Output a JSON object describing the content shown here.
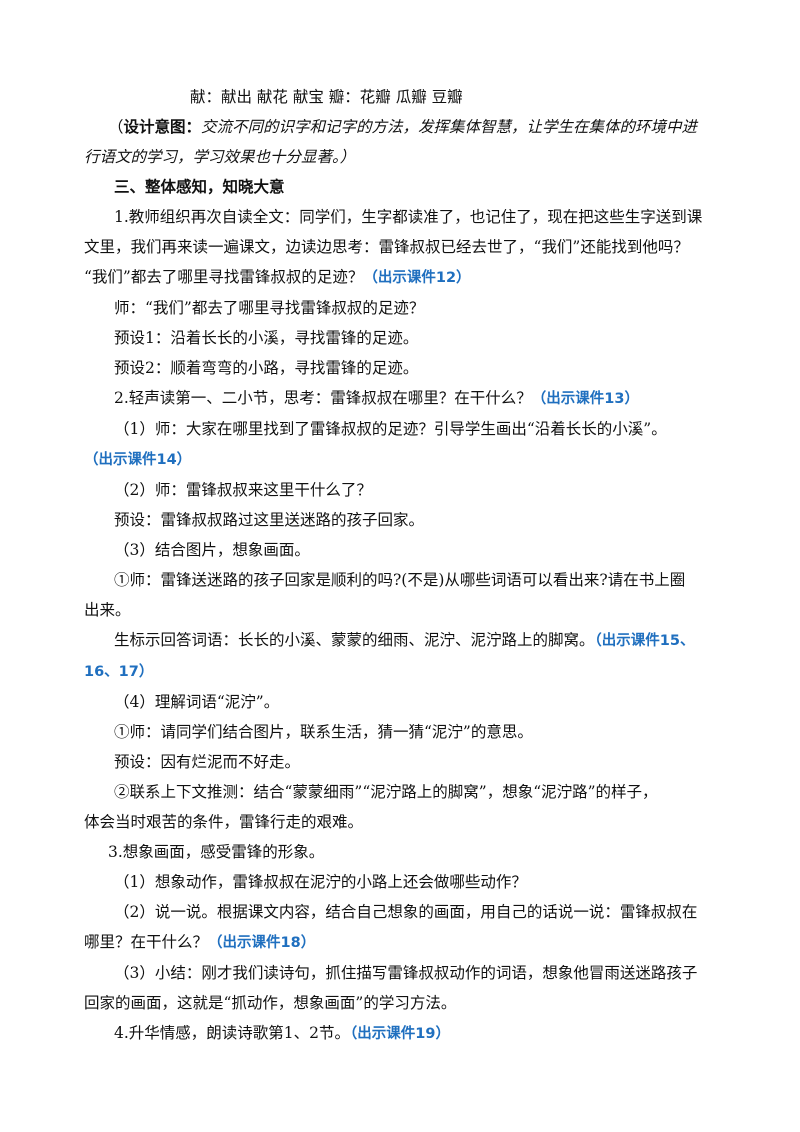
{
  "top_line": "献：献出  献花  献宝    瓣：花瓣  瓜瓣  豆瓣",
  "design_note": {
    "open": "（",
    "label": "设计意图：",
    "text_1": "交流不同的识字和记字的方法，发挥集体智慧，让学生在集体的环境中进",
    "text_2": "行语文的学习，学习效果也十分显著。）"
  },
  "section_heading": "三、整体感知，知晓大意",
  "p1": {
    "line1": "1.教师组织再次自读全文：同学们，生字都读准了，也记住了，现在把这些生字送到课",
    "line2": "文里，我们再来读一遍课文，边读边思考：雷锋叔叔已经去世了，“我们”还能找到他吗？",
    "line3": "“我们”都去了哪里寻找雷锋叔叔的足迹？",
    "courseware": "（出示课件12）"
  },
  "teacher_q1": "师：“我们”都去了哪里寻找雷锋叔叔的足迹？",
  "preset1": "预设1：沿着长长的小溪，寻找雷锋的足迹。",
  "preset2": "预设2：顺着弯弯的小路，寻找雷锋的足迹。",
  "p2": {
    "text": "2.轻声读第一、二小节，思考：雷锋叔叔在哪里？在干什么？",
    "courseware": "（出示课件13）"
  },
  "p2_1": {
    "text": "（1）师：大家在哪里找到了雷锋叔叔的足迹？引导学生画出“沿着长长的小溪”。",
    "courseware": "（出示课件14）"
  },
  "p2_2": "（2）师：雷锋叔叔来这里干什么了？",
  "preset3": "预设：雷锋叔叔路过这里送迷路的孩子回家。",
  "p2_3": "（3）结合图片，想象画面。",
  "p2_3_1": {
    "line1": "①师：雷锋送迷路的孩子回家是顺利的吗?(不是)从哪些词语可以看出来?请在书上圈",
    "line2": "出来。"
  },
  "student_answer": {
    "text": "生标示回答词语：长长的小溪、蒙蒙的细雨、泥泞、泥泞路上的脚窝。",
    "courseware_1": "（出示课件15、",
    "courseware_2": "16、17）"
  },
  "p2_4": "（4）理解词语“泥泞”。",
  "p2_4_1": "①师：请同学们结合图片，联系生活，猜一猜“泥泞”的意思。",
  "preset4": "预设：因有烂泥而不好走。",
  "p2_4_2": {
    "line1": "②联系上下文推测：结合“蒙蒙细雨”“泥泞路上的脚窝”，想象“泥泞路”的样子，",
    "line2": "体会当时艰苦的条件，雷锋行走的艰难。"
  },
  "p3": "3.想象画面，感受雷锋的形象。",
  "p3_1": "（1）想象动作，雷锋叔叔在泥泞的小路上还会做哪些动作？",
  "p3_2": {
    "line1": "（2）说一说。根据课文内容，结合自己想象的画面，用自己的话说一说：雷锋叔叔在",
    "line2": "哪里？在干什么？",
    "courseware": "（出示课件18）"
  },
  "p3_3": {
    "line1": "（3）小结：刚才我们读诗句，抓住描写雷锋叔叔动作的词语，想象他冒雨送迷路孩子",
    "line2": "回家的画面，这就是“抓动作，想象画面”的学习方法。"
  },
  "p4": {
    "text": "4.升华情感，朗读诗歌第1、2节。",
    "courseware": "（出示课件19）"
  },
  "colors": {
    "courseware": "#1f6fbf",
    "text": "#111111"
  }
}
